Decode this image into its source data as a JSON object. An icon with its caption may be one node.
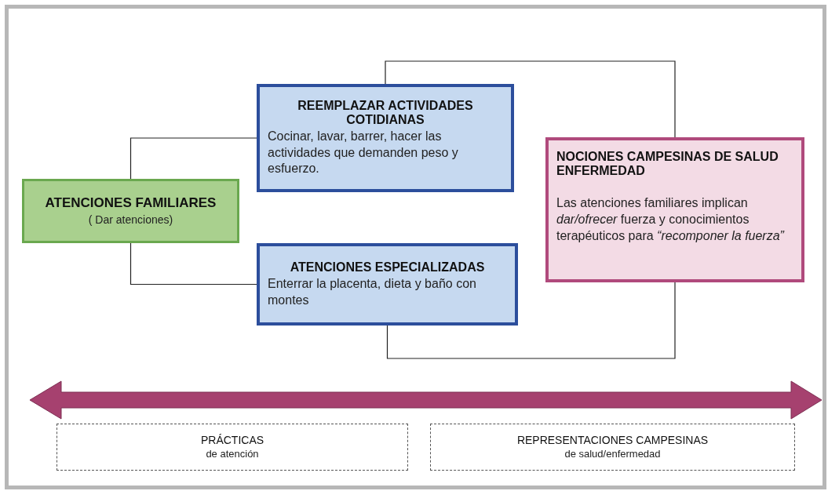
{
  "diagram": {
    "nodes": [
      {
        "text": [
          "ATENCIONES FAMILIARES",
          "( Dar atenciones)"
        ]
      },
      {
        "text": [
          "REEMPLAZAR ACTIVIDADES COTIDIANAS",
          "Cocinar, lavar, barrer, hacer las actividades que demanden peso y esfuerzo."
        ]
      },
      {
        "text": [
          "ATENCIONES ESPECIALIZADAS",
          "Enterrar la placenta, dieta y baño con montes"
        ]
      },
      {
        "text": [
          "NOCIONES CAMPESINAS DE SALUD ENFERMEDAD",
          "Las atenciones familiares implican *dar/ofrecer* fuerza y conocimientos terapéuticos para *“recomponer la fuerza”*"
        ]
      },
      {
        "text": [
          "PRÁCTICAS",
          "de atención"
        ]
      },
      {
        "text": [
          "REPRESENTACIONES CAMPESINAS",
          "de salud/enfermedad"
        ]
      }
    ],
    "edges": [
      {
        "from": 0,
        "to": 1,
        "arrow": "none"
      },
      {
        "from": 0,
        "to": 2,
        "arrow": "none"
      },
      {
        "from": 1,
        "to": 3,
        "arrow": "none"
      },
      {
        "from": 2,
        "to": 3,
        "arrow": "none"
      }
    ]
  }
}
